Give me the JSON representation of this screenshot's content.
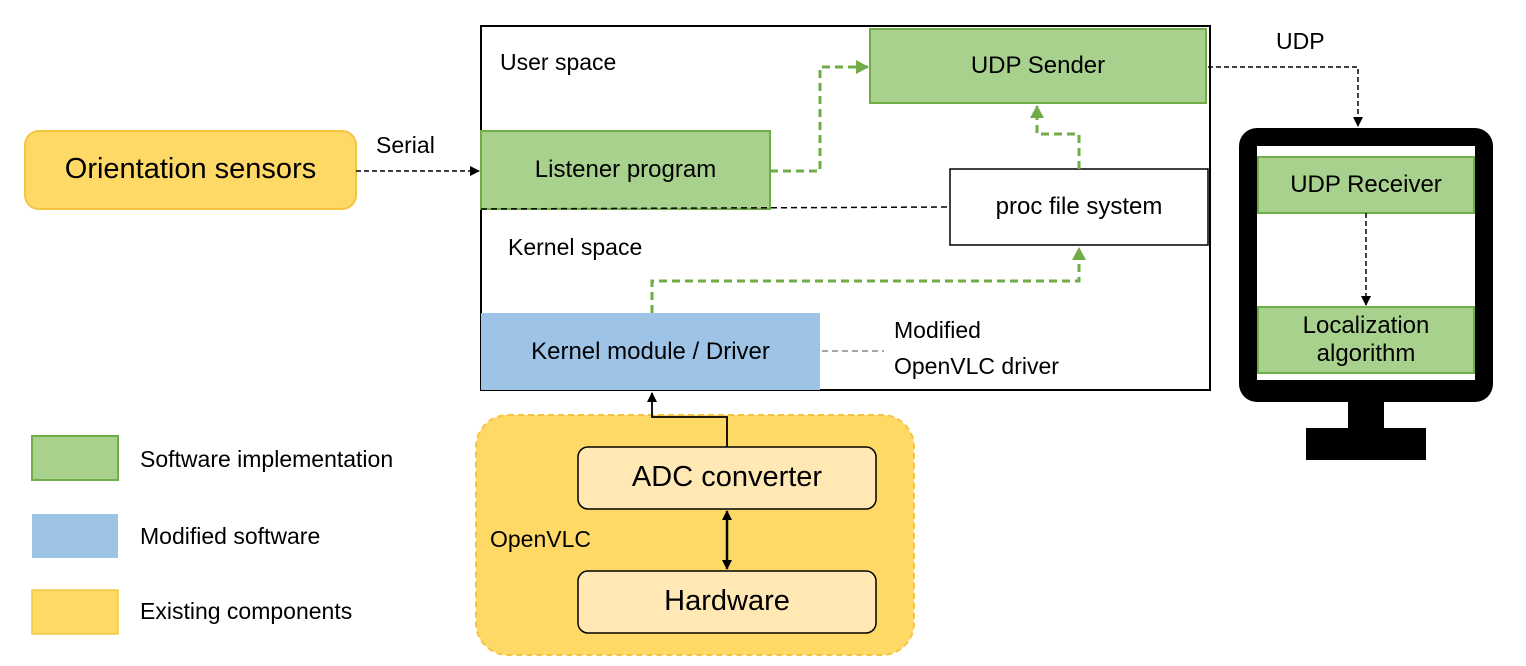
{
  "colors": {
    "green_fill": "#a9d18e",
    "green_stroke": "#70ad47",
    "blue_fill": "#9dc3e6",
    "orange_fill": "#ffd966",
    "orange_stroke": "#f4c542",
    "light_orange_fill": "#ffe8b3",
    "monitor": "#000000"
  },
  "labels": {
    "user_space": "User space",
    "kernel_space": "Kernel space",
    "serial": "Serial",
    "udp": "UDP",
    "modified_driver_line1": "Modified",
    "modified_driver_line2": "OpenVLC driver",
    "openvlc": "OpenVLC"
  },
  "nodes": {
    "orientation_sensors": "Orientation sensors",
    "listener_program": "Listener program",
    "udp_sender": "UDP Sender",
    "proc_file_system": "proc file system",
    "kernel_module": "Kernel module / Driver",
    "adc_converter": "ADC converter",
    "hardware": "Hardware",
    "udp_receiver": "UDP Receiver",
    "localization_line1": "Localization",
    "localization_line2": "algorithm"
  },
  "legend": {
    "items": [
      {
        "label": "Software implementation",
        "color": "#a9d18e"
      },
      {
        "label": "Modified software",
        "color": "#9dc3e6"
      },
      {
        "label": "Existing components",
        "color": "#ffd966"
      }
    ]
  }
}
